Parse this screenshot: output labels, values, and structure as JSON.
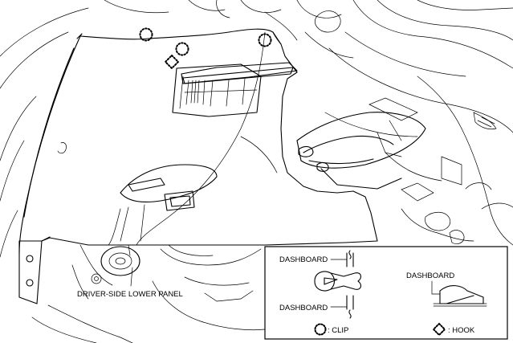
{
  "callout": {
    "panel_label": "DRIVER-SIDE LOWER PANEL"
  },
  "legend": {
    "clip_detail": {
      "top_label": "DASHBOARD",
      "bottom_label": "DASHBOARD"
    },
    "hook_detail": {
      "label": "DASHBOARD"
    },
    "clip_key": ": CLIP",
    "hook_key": ": HOOK"
  },
  "symbols": {
    "clip": "dotted-circle",
    "hook": "dotted-diamond"
  }
}
